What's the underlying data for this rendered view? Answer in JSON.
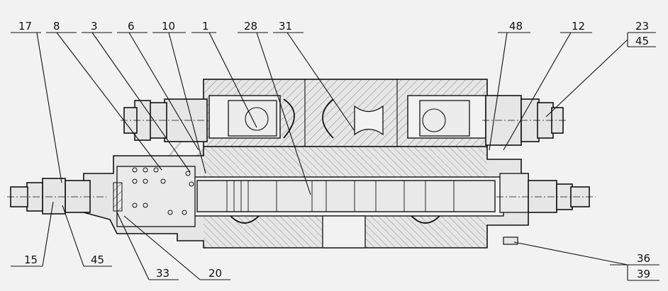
{
  "callouts_top": [
    "17",
    "8",
    "3",
    "6",
    "10",
    "1",
    "28",
    "31",
    "48",
    "12"
  ],
  "callout_top_right": {
    "upper": "23",
    "lower": "45"
  },
  "callouts_bottom": [
    "15",
    "45",
    "33",
    "20"
  ],
  "callout_bottom_right": {
    "upper": "36",
    "lower": "39"
  },
  "colors": {
    "line": "#111111",
    "hatch": "#333333",
    "fill": "#e6e6e6",
    "watermark": "#bdbdbd"
  }
}
